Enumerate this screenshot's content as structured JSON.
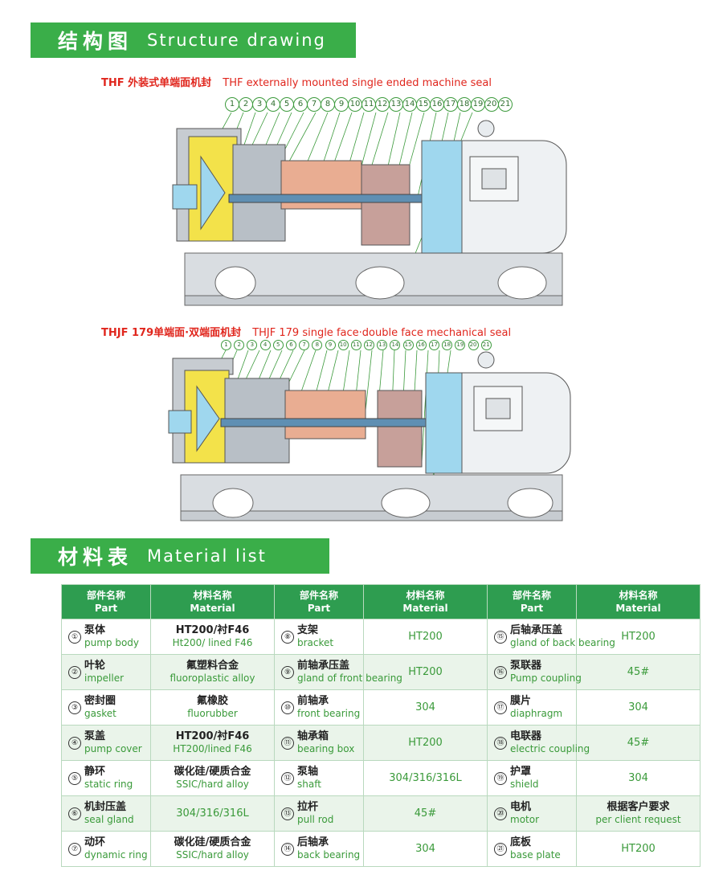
{
  "sections": {
    "structure": {
      "title_cn": "结构图",
      "title_en": "Structure drawing"
    },
    "materials": {
      "title_cn": "材料表",
      "title_en": "Material list"
    }
  },
  "drawings": [
    {
      "caption_cn": "THF 外装式单端面机封",
      "caption_en": "THF externally mounted single ended machine seal"
    },
    {
      "caption_cn": "THJF 179单端面·双端面机封",
      "caption_en": "THJF 179 single face·double face mechanical seal"
    }
  ],
  "callout_numbers": [
    "1",
    "2",
    "3",
    "4",
    "5",
    "6",
    "7",
    "8",
    "9",
    "10",
    "11",
    "12",
    "13",
    "14",
    "15",
    "16",
    "17",
    "18",
    "19",
    "20",
    "21"
  ],
  "table": {
    "headers": [
      {
        "cn": "部件名称",
        "en": "Part"
      },
      {
        "cn": "材料名称",
        "en": "Material"
      },
      {
        "cn": "部件名称",
        "en": "Part"
      },
      {
        "cn": "材料名称",
        "en": "Material"
      },
      {
        "cn": "部件名称",
        "en": "Part"
      },
      {
        "cn": "材料名称",
        "en": "Material"
      }
    ],
    "rows": [
      [
        {
          "n": "①",
          "cn": "泵体",
          "en": "pump body"
        },
        {
          "cn": "HT200/衬F46",
          "en": "Ht200/ lined F46"
        },
        {
          "n": "⑧",
          "cn": "支架",
          "en": "bracket"
        },
        {
          "cn": "",
          "en": "HT200"
        },
        {
          "n": "⑮",
          "cn": "后轴承压盖",
          "en": "gland of back bearing"
        },
        {
          "cn": "",
          "en": "HT200"
        }
      ],
      [
        {
          "n": "②",
          "cn": "叶轮",
          "en": "impeller"
        },
        {
          "cn": "氟塑料合金",
          "en": "fluoroplastic alloy"
        },
        {
          "n": "⑨",
          "cn": "前轴承压盖",
          "en": "gland of front bearing"
        },
        {
          "cn": "",
          "en": "HT200"
        },
        {
          "n": "⑯",
          "cn": "泵联器",
          "en": "Pump coupling"
        },
        {
          "cn": "",
          "en": "45#"
        }
      ],
      [
        {
          "n": "③",
          "cn": "密封圈",
          "en": "gasket"
        },
        {
          "cn": "氟橡胶",
          "en": "fluorubber"
        },
        {
          "n": "⑩",
          "cn": "前轴承",
          "en": "front bearing"
        },
        {
          "cn": "",
          "en": "304"
        },
        {
          "n": "⑰",
          "cn": "膜片",
          "en": "diaphragm"
        },
        {
          "cn": "",
          "en": "304"
        }
      ],
      [
        {
          "n": "④",
          "cn": "泵盖",
          "en": "pump cover"
        },
        {
          "cn": "HT200/衬F46",
          "en": "HT200/lined F46"
        },
        {
          "n": "⑪",
          "cn": "轴承箱",
          "en": "bearing box"
        },
        {
          "cn": "",
          "en": "HT200"
        },
        {
          "n": "⑱",
          "cn": "电联器",
          "en": "electric coupling"
        },
        {
          "cn": "",
          "en": "45#"
        }
      ],
      [
        {
          "n": "⑤",
          "cn": "静环",
          "en": "static ring"
        },
        {
          "cn": "碳化硅/硬质合金",
          "en": "SSIC/hard alloy"
        },
        {
          "n": "⑫",
          "cn": "泵轴",
          "en": "shaft"
        },
        {
          "cn": "",
          "en": "304/316/316L"
        },
        {
          "n": "⑲",
          "cn": "护罩",
          "en": "shield"
        },
        {
          "cn": "",
          "en": "304"
        }
      ],
      [
        {
          "n": "⑥",
          "cn": "机封压盖",
          "en": "seal gland"
        },
        {
          "cn": "",
          "en": "304/316/316L"
        },
        {
          "n": "⑬",
          "cn": "拉杆",
          "en": "pull rod"
        },
        {
          "cn": "",
          "en": "45#"
        },
        {
          "n": "⑳",
          "cn": "电机",
          "en": "motor"
        },
        {
          "cn": "根据客户要求",
          "en": "per client request"
        }
      ],
      [
        {
          "n": "⑦",
          "cn": "动环",
          "en": "dynamic ring"
        },
        {
          "cn": "碳化硅/硬质合金",
          "en": "SSIC/hard alloy"
        },
        {
          "n": "⑭",
          "cn": "后轴承",
          "en": "back bearing"
        },
        {
          "cn": "",
          "en": "304"
        },
        {
          "n": "㉑",
          "cn": "底板",
          "en": "base plate"
        },
        {
          "cn": "",
          "en": "HT200"
        }
      ]
    ]
  },
  "colors": {
    "brand_green": "#3aae49",
    "header_green": "#2e9d50",
    "caption_red": "#e0261d",
    "text_green": "#3a9a3a"
  }
}
